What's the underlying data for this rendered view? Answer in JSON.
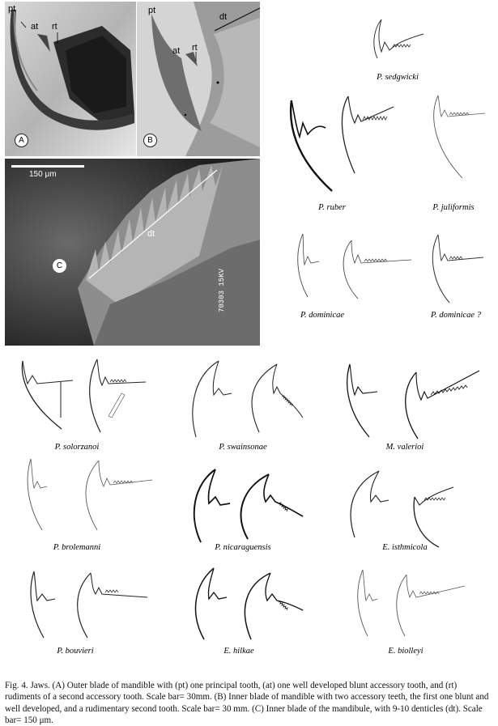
{
  "figure": {
    "panels": {
      "a": {
        "circle": "A",
        "labels": {
          "pt": "pt",
          "at": "at",
          "rt": "rt"
        }
      },
      "b": {
        "circle": "B",
        "labels": {
          "pt": "pt",
          "at": "at",
          "rt": "rt",
          "dt": "dt"
        }
      },
      "c": {
        "circle": "C",
        "scale_bar": "150 μm",
        "dt": "dt",
        "imprint": "70303 15KV"
      }
    },
    "species_top": [
      "P. sedgwicki",
      "P. ruber",
      "P. juliformis",
      "P. dominicae",
      "P. dominicae ?"
    ],
    "species_grid": [
      "P. solorzanoi",
      "P. swainsonae",
      "M. valerioi",
      "P. brolemanni",
      "P. nicaraguensis",
      "E. isthmicola",
      "P. bouvieri",
      "E. hilkae",
      "E. biolleyi"
    ],
    "caption": "Fig. 4. Jaws. (A) Outer blade of mandible with (pt) one principal tooth, (at) one well developed blunt accessory tooth, and (rt) rudiments of a second accessory tooth. Scale bar= 30mm. (B) Inner blade of mandible with two accessory teeth, the first one blunt and well developed, and a rudimentary second tooth. Scale bar= 30 mm. (C) Inner blade of the mandibule, with 9-10 denticles (dt). Scale bar= 150 μm."
  }
}
